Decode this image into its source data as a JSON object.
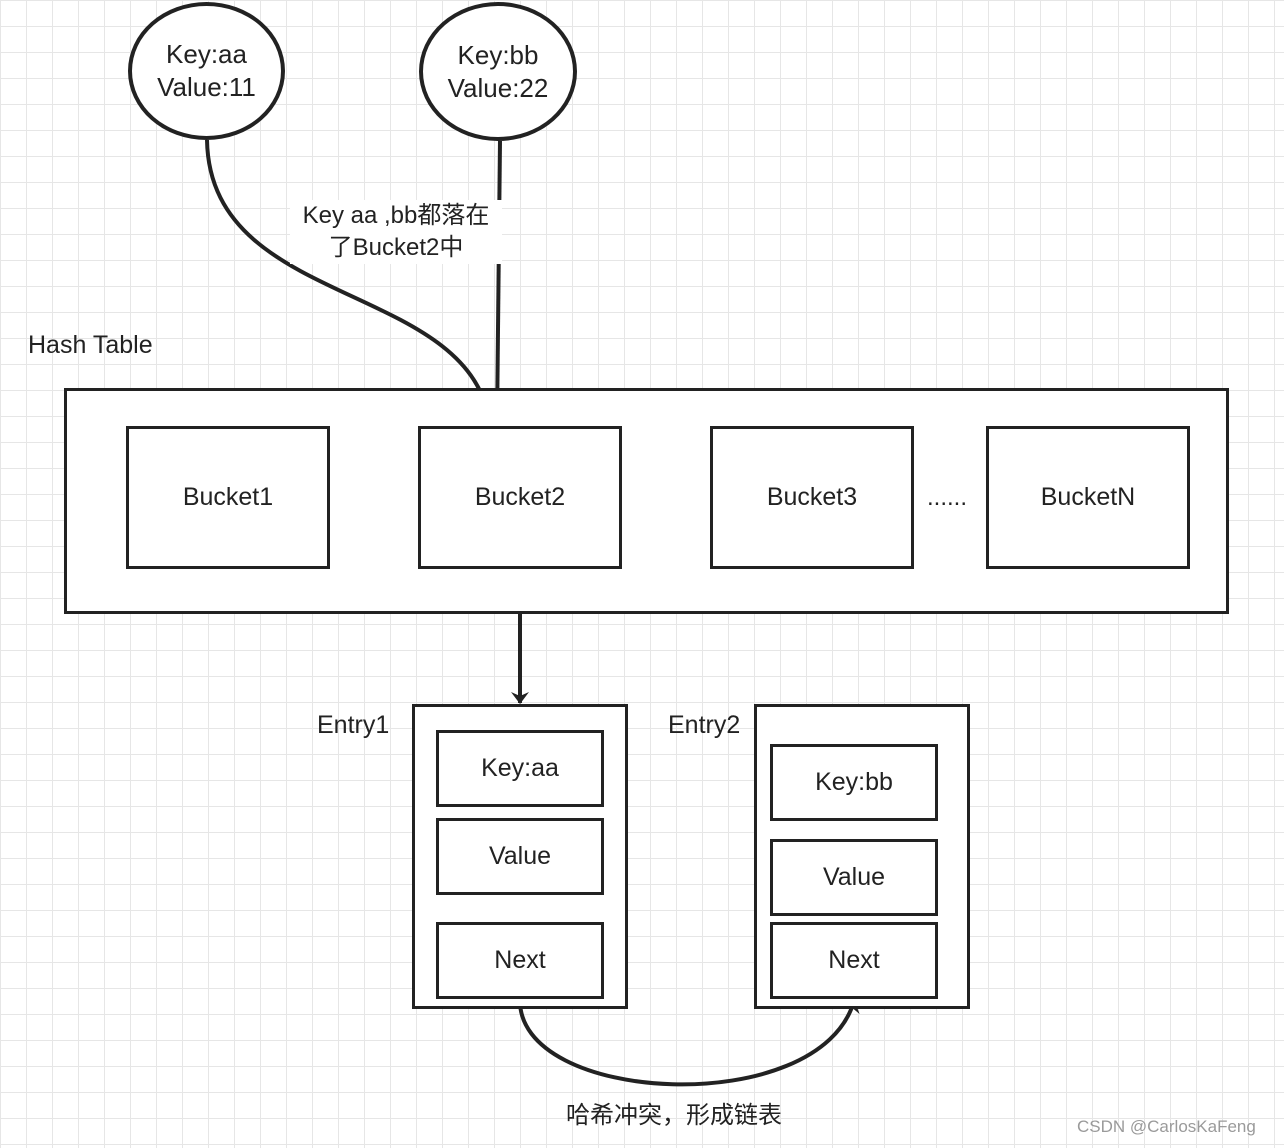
{
  "inputs": [
    {
      "key": "Key:aa",
      "value": "Value:11"
    },
    {
      "key": "Key:bb",
      "value": "Value:22"
    }
  ],
  "collision_note": {
    "line1": "Key aa ,bb都落在",
    "line2": "了Bucket2中"
  },
  "hash_table": {
    "label": "Hash Table",
    "buckets": [
      "Bucket1",
      "Bucket2",
      "Bucket3",
      "BucketN"
    ],
    "ellipsis": "......"
  },
  "entries": [
    {
      "label": "Entry1",
      "fields": [
        "Key:aa",
        "Value",
        "Next"
      ]
    },
    {
      "label": "Entry2",
      "fields": [
        "Key:bb",
        "Value",
        "Next"
      ]
    }
  ],
  "chain_note": "哈希冲突，形成链表",
  "watermark": "CSDN @CarlosKaFeng"
}
